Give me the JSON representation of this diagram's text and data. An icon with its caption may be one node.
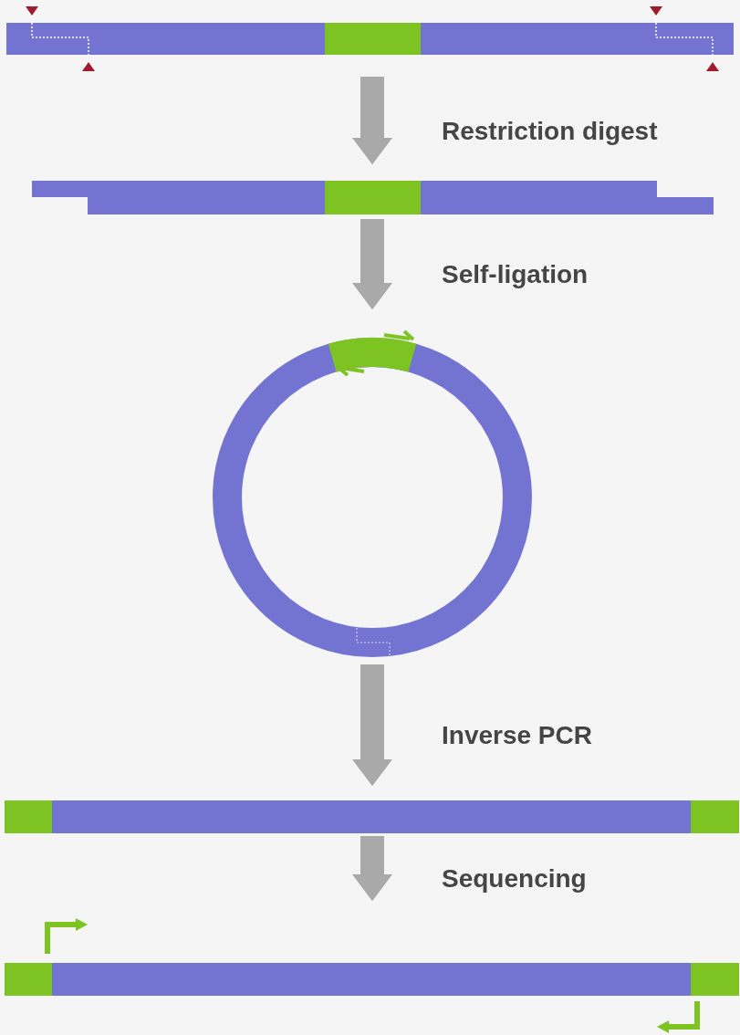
{
  "diagram": {
    "nodes": [
      {
        "text": [],
        "shape": "bar"
      },
      {
        "text": [],
        "shape": "bar"
      },
      {
        "text": [],
        "shape": "circle"
      },
      {
        "text": [],
        "shape": "bar"
      },
      {
        "text": [],
        "shape": "bar"
      }
    ],
    "edges": [
      {
        "from": 0,
        "to": 1,
        "arrow": "to",
        "label": "Restriction digest"
      },
      {
        "from": 1,
        "to": 2,
        "arrow": "to",
        "label": "Self-ligation"
      },
      {
        "from": 2,
        "to": 3,
        "arrow": "to",
        "label": "Inverse PCR"
      },
      {
        "from": 3,
        "to": 4,
        "arrow": "to",
        "label": "Sequencing"
      }
    ]
  }
}
